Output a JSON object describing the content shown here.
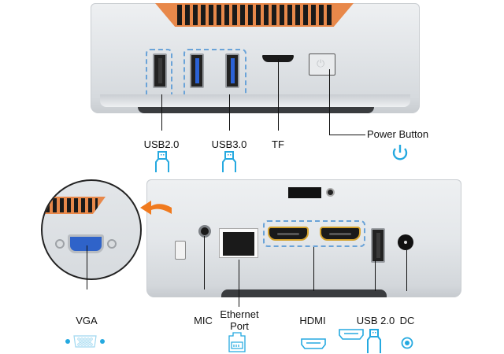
{
  "image": {
    "description": "Mini PC port diagram showing front and rear panels",
    "colors": {
      "accent_orange": "#e8884a",
      "icon_blue": "#25a9e0",
      "usb3_blue": "#2b62d6",
      "hdmi_gold": "#d4a22c",
      "dashed_outline": "#6aa3d8"
    }
  },
  "front_panel": {
    "labels": {
      "usb2": "USB2.0",
      "usb3": "USB3.0",
      "tf": "TF",
      "power": "Power Button"
    },
    "icons": [
      "usb-icon",
      "usb-icon",
      "power-icon"
    ]
  },
  "rear_panel": {
    "labels": {
      "vga": "VGA",
      "mic": "MIC",
      "ethernet_line1": "Ethernet",
      "ethernet_line2": "Port",
      "hdmi": "HDMI",
      "usb2": "USB 2.0",
      "dc": "DC"
    },
    "icons": [
      "vga-icon",
      "ethernet-icon",
      "hdmi-icon",
      "hdmi-usb-icon",
      "dc-icon"
    ]
  }
}
